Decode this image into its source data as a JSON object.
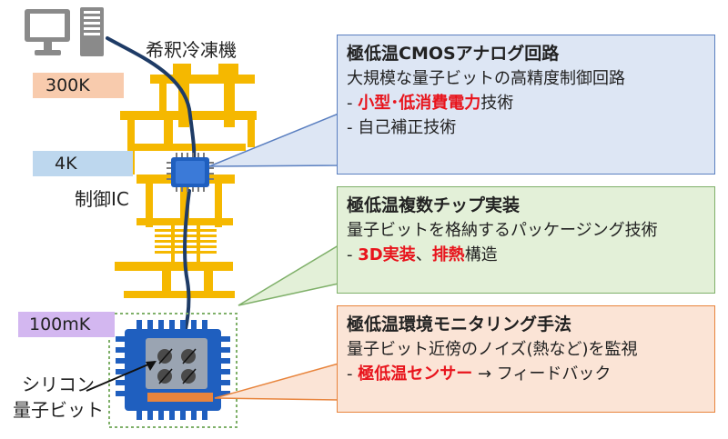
{
  "colors": {
    "blue_box_bg": "#dde6f4",
    "blue_box_border": "#5a7fc0",
    "green_box_bg": "#e3f0d8",
    "green_box_border": "#7fb069",
    "orange_box_bg": "#fbe4d6",
    "orange_box_border": "#e8843c",
    "fridge": "#f5b800",
    "chip_blue": "#1f5fbf",
    "accent_red": "#e8141c",
    "temp_300k": "#f8cbad",
    "temp_4k": "#bdd7ee",
    "temp_100mk": "#d3b7f0"
  },
  "labels": {
    "fridge": "希釈冷凍機",
    "control_ic": "制御IC",
    "silicon_qubit_line1": "シリコン",
    "silicon_qubit_line2": "量子ビット"
  },
  "temperatures": {
    "t300k": "300K",
    "t4k": "4K",
    "t100mk": "100mK"
  },
  "boxes": {
    "cmos": {
      "title": "極低温CMOSアナログ回路",
      "line1": "大規模な量子ビットの高精度制御回路",
      "line2_prefix": "- ",
      "line2_red": "小型･低消費電力",
      "line2_suffix": "技術",
      "line3": "- 自己補正技術"
    },
    "packaging": {
      "title": "極低温複数チップ実装",
      "line1": "量子ビットを格納するパッケージング技術",
      "line2_prefix": "- ",
      "line2_red1": "3D実装",
      "line2_mid": "、",
      "line2_red2": "排熱",
      "line2_suffix": "構造"
    },
    "monitoring": {
      "title": "極低温環境モニタリング手法",
      "line1": "量子ビット近傍のノイズ(熱など)を監視",
      "line2_prefix": "- ",
      "line2_red": "極低温センサー",
      "line2_suffix": " → フィードバック"
    }
  }
}
